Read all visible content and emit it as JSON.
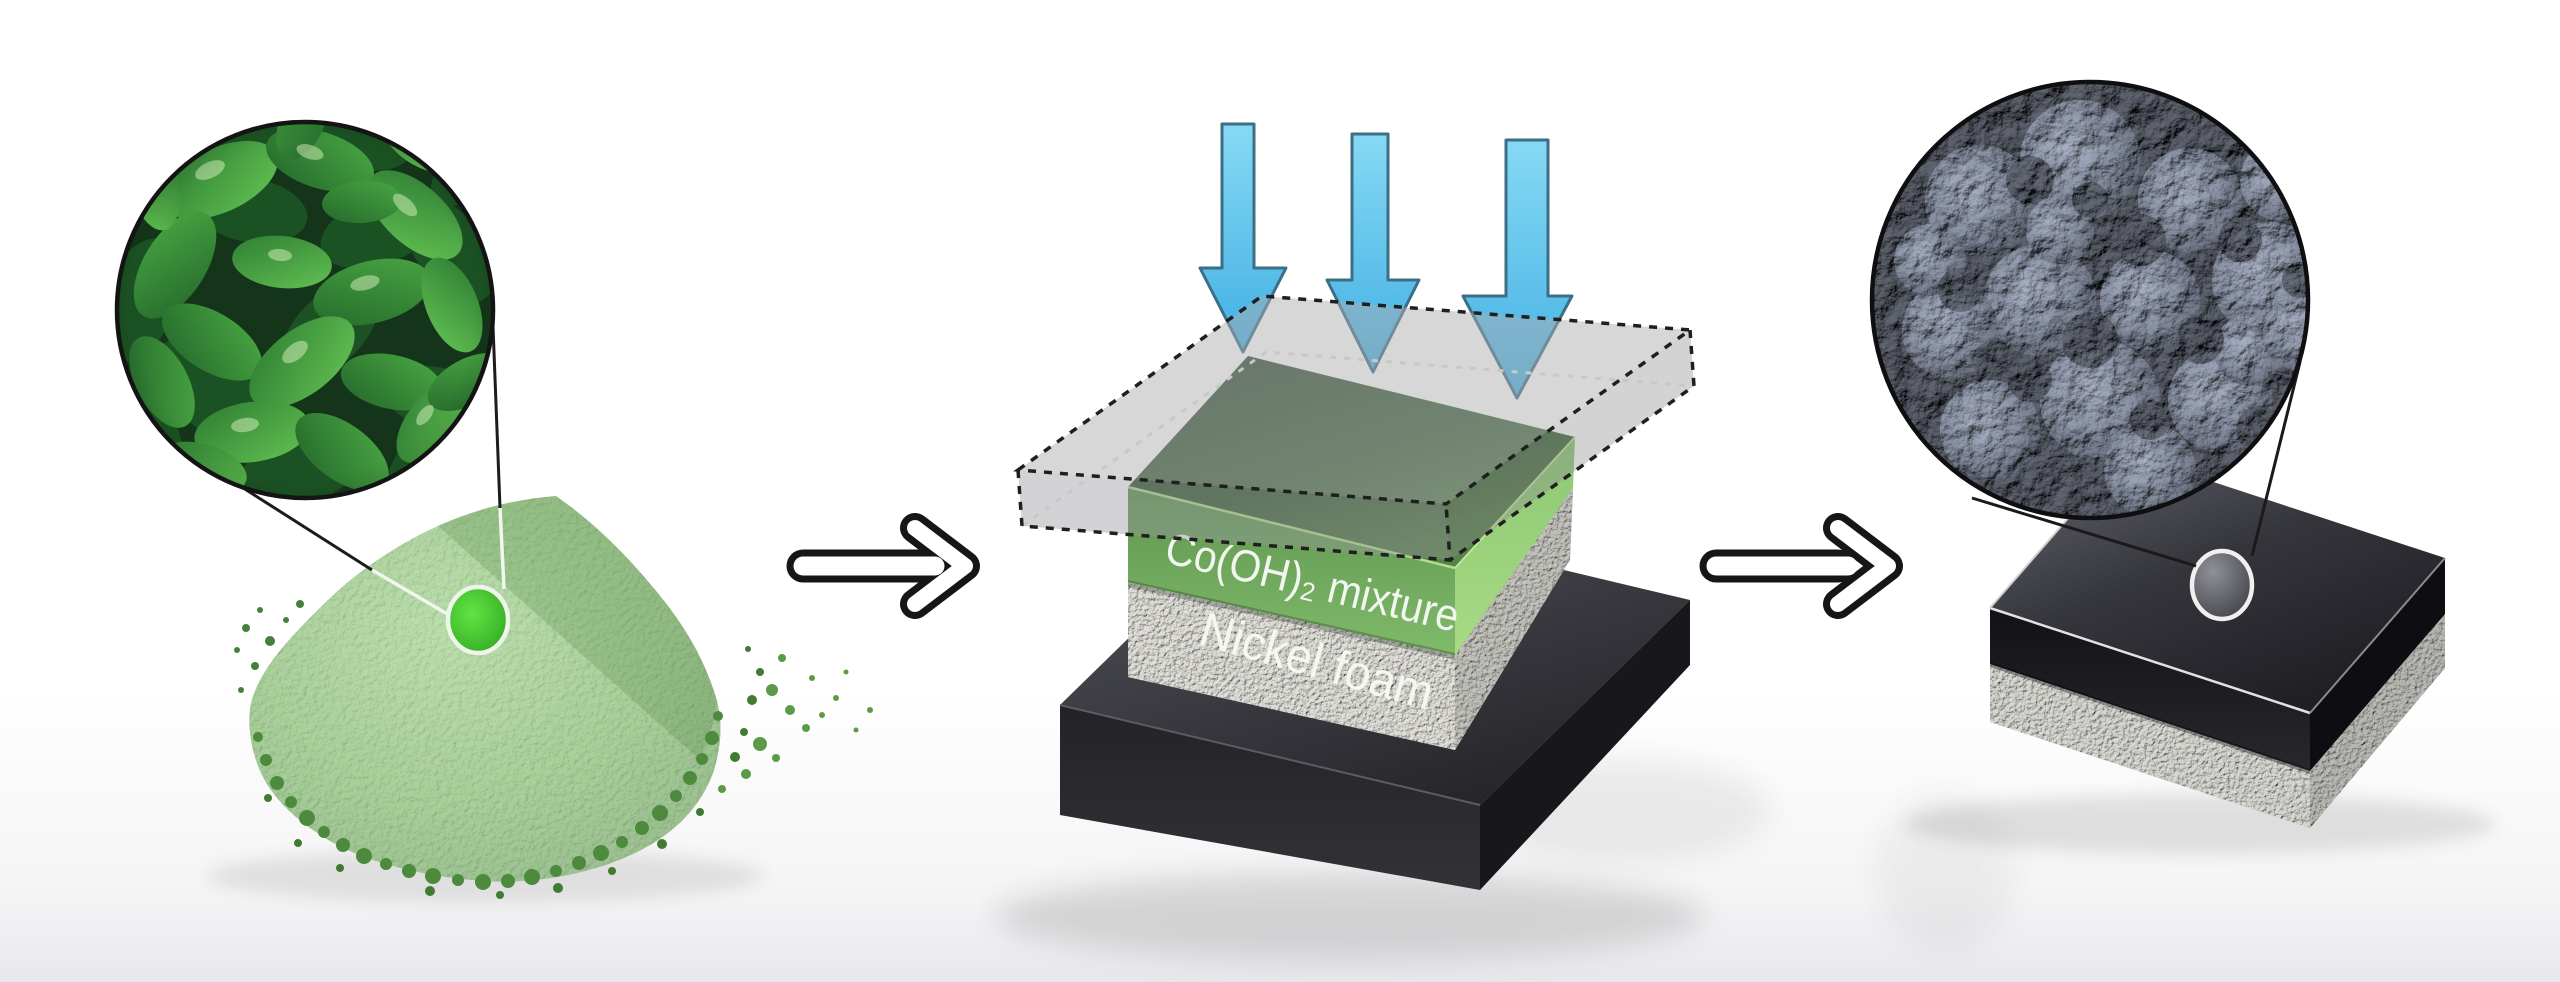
{
  "labels": {
    "co_mixture": "Co(OH)₂ mixture",
    "nickel_foam": "Nickel foam"
  },
  "icons": {
    "process_arrow": "right-arrow-outline-icon",
    "pressure_arrow": "down-arrow-blue-icon",
    "magnifier_callout": "callout-circle-lines"
  },
  "colors": {
    "background": "#FFFFFF",
    "powder_green": "#74B25E",
    "leaf_green": "#47A83C",
    "green_layer_front": "#679F57",
    "nickel_foam_grey": "#CFCFC8",
    "base_black": "#26262B",
    "press_plate_grey": "#ADAFB2",
    "pressure_arrow_blue": "#58C0E9",
    "pressure_arrow_border": "#3C6E86",
    "outline_black": "#161616",
    "label_text": "#F2F6EE"
  }
}
